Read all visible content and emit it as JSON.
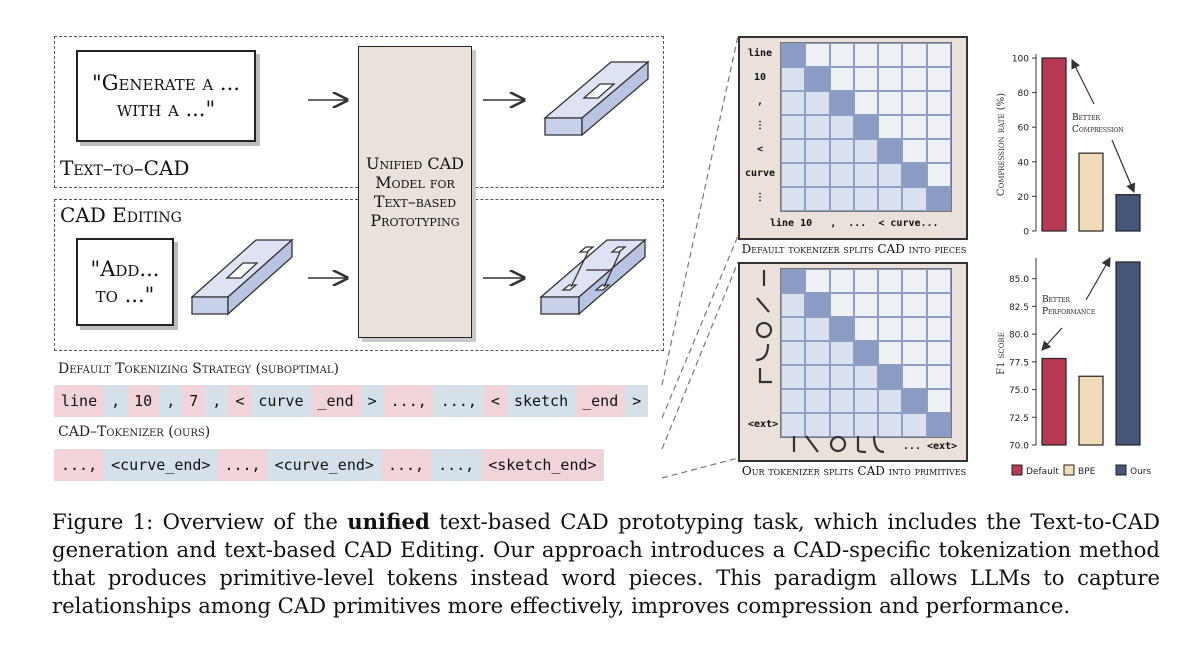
{
  "left": {
    "text_to_cad_box": "\"Generate a ... with a ...\"",
    "text_to_cad_label": "Text–to–CAD",
    "cad_editing_label": "CAD Editing",
    "cad_editing_box": "\"Add... to ...\"",
    "model_label": "Unified CAD Model for Text–based Prototyping",
    "default_strategy_label": "Default Tokenizing Strategy (suboptimal)",
    "ours_strategy_label": "CAD–Tokenizer (ours)",
    "default_tokens": [
      "line",
      ",",
      "10",
      ",",
      "7",
      ",",
      "<",
      "curve",
      "_end",
      ">",
      "...,",
      "...,",
      "<",
      "sketch",
      "_end",
      ">"
    ],
    "ours_tokens": [
      "...,",
      "<curve_end>",
      "...,",
      "<curve_end>",
      "...,",
      "...,",
      "<sketch_end>"
    ]
  },
  "matrices": {
    "top_row_labels": [
      "line",
      "10",
      ",",
      "⋮",
      "<",
      "curve",
      "⋮"
    ],
    "top_bottom_labels": "line 10   ,  ...  < curve...",
    "top_caption": "Default tokenizer splits CAD into pieces",
    "bottom_ext_label": "<ext>",
    "bottom_bottom_ext": "... <ext>",
    "bottom_caption": "Our tokenizer splits CAD into primitives"
  },
  "colors": {
    "pink": "#f1d3da",
    "blue": "#d4e0ea",
    "diag": "#8a9cc4",
    "offdiag": "#eef0f6",
    "default": "#b83a52",
    "bpe": "#f0dcb8",
    "ours": "#46557a"
  },
  "chart_data": [
    {
      "type": "bar",
      "categories": [
        "Default",
        "BPE",
        "Ours"
      ],
      "values": [
        100,
        45,
        21
      ],
      "ylabel": "Compression rate (%)",
      "ylim": [
        0,
        100
      ],
      "yticks": [
        "0",
        "20",
        "40",
        "60",
        "80",
        "100"
      ],
      "annotation": "Better Compression"
    },
    {
      "type": "bar",
      "categories": [
        "Default",
        "BPE",
        "Ours"
      ],
      "values": [
        77.8,
        76.2,
        86.5
      ],
      "ylabel": "F1 score",
      "ylim": [
        70,
        86.5
      ],
      "yticks": [
        "70.0",
        "72.5",
        "75.0",
        "77.5",
        "80.0",
        "82.5",
        "85.0"
      ],
      "annotation": "Better Performance",
      "legend": [
        "Default",
        "BPE",
        "Ours"
      ]
    }
  ],
  "caption": {
    "prefix": "Figure 1: Overview of the ",
    "bold": "unified",
    "rest": " text-based CAD prototyping task, which includes the Text-to-CAD generation and text-based CAD Editing. Our approach introduces a CAD-specific tokenization method that produces primitive-level tokens instead word pieces. This paradigm allows LLMs to capture relationships among CAD primitives more effectively, improves compression and performance."
  }
}
